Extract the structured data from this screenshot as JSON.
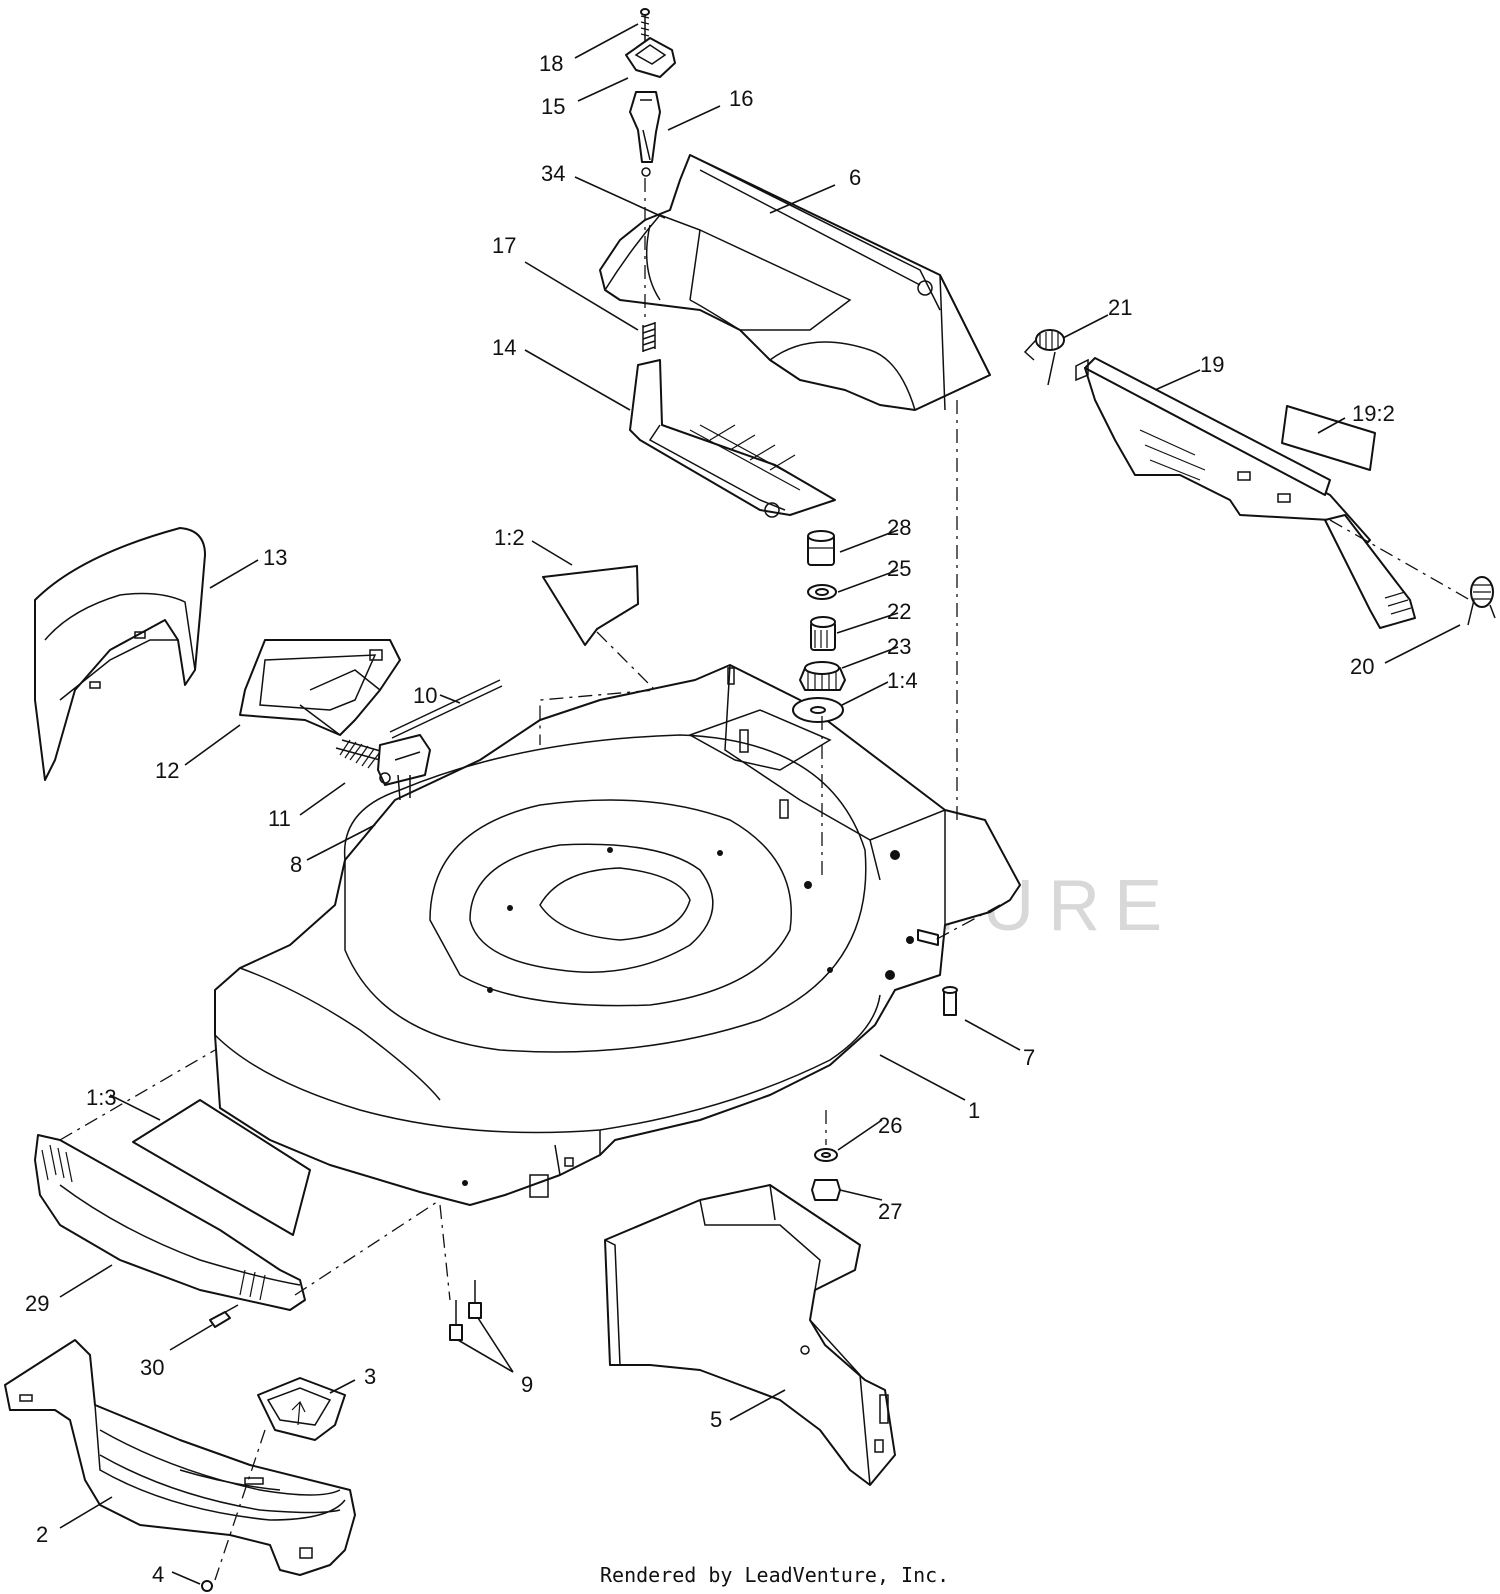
{
  "callouts": {
    "c18": "18",
    "c15": "15",
    "c16": "16",
    "c34": "34",
    "c6": "6",
    "c17": "17",
    "c14": "14",
    "c21": "21",
    "c19": "19",
    "c19_2": "19:2",
    "c20": "20",
    "c28": "28",
    "c25": "25",
    "c22": "22",
    "c23": "23",
    "c1_4": "1:4",
    "c1_2": "1:2",
    "c13": "13",
    "c12": "12",
    "c10": "10",
    "c11": "11",
    "c8": "8",
    "c7": "7",
    "c1": "1",
    "c26": "26",
    "c27": "27",
    "c1_3": "1:3",
    "c29": "29",
    "c30": "30",
    "c9": "9",
    "c3": "3",
    "c5": "5",
    "c2": "2",
    "c4": "4"
  },
  "watermark": "LEADVENTURE",
  "footer": "Rendered by LeadVenture, Inc."
}
